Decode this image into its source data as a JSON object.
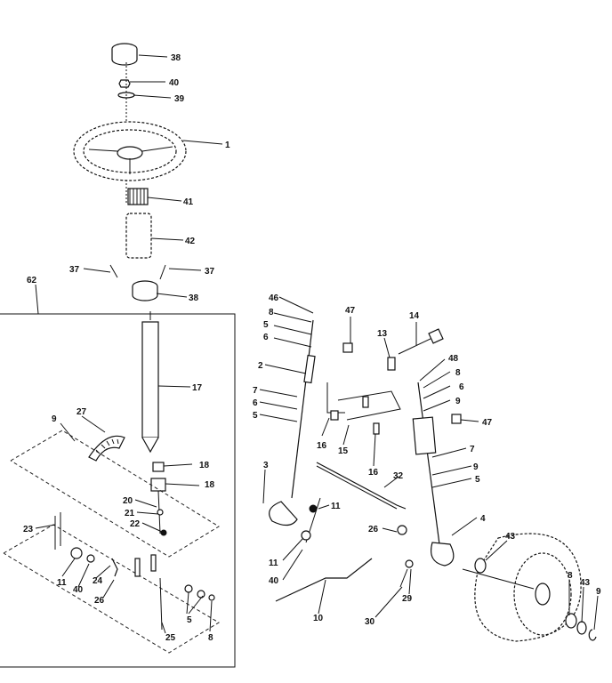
{
  "callouts": {
    "c38a": "38",
    "c40a": "40",
    "c39": "39",
    "c1": "1",
    "c41": "41",
    "c42": "42",
    "c37a": "37",
    "c37b": "37",
    "c38b": "38",
    "c62": "62",
    "c17": "17",
    "c9a": "9",
    "c27": "27",
    "c18a": "18",
    "c18b": "18",
    "c20": "20",
    "c21": "21",
    "c22": "22",
    "c23": "23",
    "c11a": "11",
    "c40b": "40",
    "c24": "24",
    "c26a": "26",
    "c25": "25",
    "c5a": "5",
    "c8a": "8",
    "c46": "46",
    "c8b": "8",
    "c5b": "5",
    "c6a": "6",
    "c47a": "47",
    "c2": "2",
    "c7a": "7",
    "c6b": "6",
    "c5c": "5",
    "c16a": "16",
    "c15": "15",
    "c16b": "16",
    "c3": "3",
    "c13": "13",
    "c14": "14",
    "c48": "48",
    "c8c": "8",
    "c6c": "6",
    "c9b": "9",
    "c47b": "47",
    "c7b": "7",
    "c9c": "9",
    "c5d": "5",
    "c32": "32",
    "c11b": "11",
    "c11c": "11",
    "c40c": "40",
    "c26b": "26",
    "c4": "4",
    "c29": "29",
    "c30": "30",
    "c10": "10",
    "c43a": "43",
    "c8d": "8",
    "c43b": "43",
    "c9d": "9"
  },
  "colors": {
    "ink": "#111111",
    "paper": "#ffffff"
  }
}
